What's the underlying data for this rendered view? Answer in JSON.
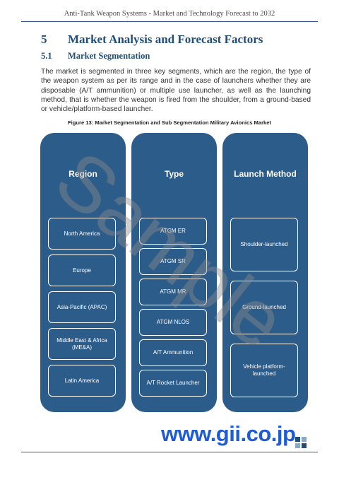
{
  "header": {
    "title": "Anti-Tank Weapon Systems - Market and Technology Forecast to 2032"
  },
  "section": {
    "number": "5",
    "title": "Market Analysis and Forecast Factors"
  },
  "subsection": {
    "number": "5.1",
    "title": "Market Segmentation"
  },
  "paragraph": "The market is segmented in three key segments, which are the region, the type of the weapon system as per its range and in the case of launchers whether they are disposable (A/T ammunition) or multiple use launcher, as well as the launching method, that is whether the weapon is fired from the shoulder, from a ground-based or vehicle/platform-based launcher.",
  "figure": {
    "caption": "Figure 13: Market Segmentation and Sub Segmentation Military Avionics Market",
    "columns": [
      {
        "title": "Region",
        "items": [
          "North America",
          "Europe",
          "Asia-Pacific (APAC)",
          "Middle East & Africa (ME&A)",
          "Latin America"
        ]
      },
      {
        "title": "Type",
        "items": [
          "ATGM ER",
          "ATGM SR",
          "ATGM MR",
          "ATGM NLOS",
          "A/T Ammunition",
          "A/T Rocket Launcher"
        ]
      },
      {
        "title": "Launch Method",
        "items": [
          "Shoulder-launched",
          "Ground-launched",
          "Vehicle platform-launched"
        ]
      }
    ]
  },
  "watermark": "Sample",
  "brand": "www.gii.co.jp",
  "colors": {
    "heading": "#1f4e79",
    "column_fill": "#2b5c8a",
    "brand": "#1f5bd6"
  }
}
